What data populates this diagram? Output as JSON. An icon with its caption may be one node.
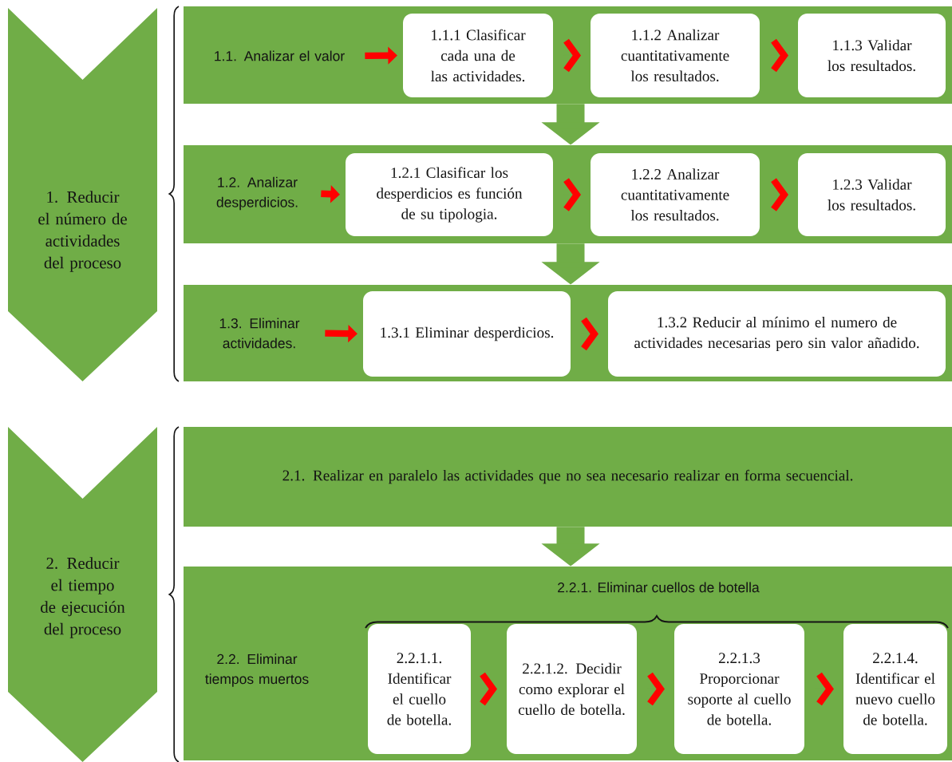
{
  "diagram": {
    "nodes": [
      {
        "text": [
          "1. Reducir el número de actividades del proceso"
        ]
      },
      {
        "text": [],
        "shape": "box"
      },
      {
        "text": [
          "1.1. Analizar el valor"
        ],
        "in": 1
      },
      {
        "text": [
          "1.1.1 Clasificar cada una de las actividades."
        ],
        "in": 1
      },
      {
        "text": [
          "1.1.2 Analizar cuantitativamente los resultados."
        ],
        "in": 1
      },
      {
        "text": [
          "1.1.3 Validar los resultados."
        ],
        "in": 1
      },
      {
        "text": [],
        "shape": "box"
      },
      {
        "text": [
          "1.2. Analizar desperdicios."
        ],
        "in": 6
      },
      {
        "text": [
          "1.2.1 Clasificar los desperdicios es función de su tipologia."
        ],
        "in": 6
      },
      {
        "text": [
          "1.2.2 Analizar cuantitativamente los resultados."
        ],
        "in": 6
      },
      {
        "text": [
          "1.2.3 Validar los resultados."
        ],
        "in": 6
      },
      {
        "text": [],
        "shape": "box"
      },
      {
        "text": [
          "1.3. Eliminar actividades."
        ],
        "in": 11
      },
      {
        "text": [
          "1.3.1 Eliminar desperdicios."
        ],
        "in": 11
      },
      {
        "text": [
          "1.3.2 Reducir al mínimo el numero de actividades necesarias pero sin valor añadido."
        ],
        "in": 11
      },
      {
        "text": [
          "2. Reducir el tiempo de ejecución del proceso"
        ]
      },
      {
        "text": [
          "2.1. Realizar en paralelo las actividades que no sea necesario realizar en forma secuencial."
        ]
      },
      {
        "text": [
          "2.2. Eliminar tiempos muertos"
        ]
      },
      {
        "text": [
          "2.2.1.1. Identificar el cuello de botella."
        ],
        "in": 17
      },
      {
        "text": [
          "2.2.1.2. Decidir como explorar el cuello de botella."
        ],
        "in": 17
      },
      {
        "text": [
          "2.2.1.3 Proporcionar soporte al cuello de botella."
        ],
        "in": 17
      },
      {
        "text": [
          "2.2.1.4. Identificar el nuevo cuello de botella."
        ],
        "in": 17
      }
    ],
    "edges": [
      {
        "from": 2,
        "to": 3,
        "arrow": "to"
      },
      {
        "from": 3,
        "to": 4,
        "arrow": "to"
      },
      {
        "from": 4,
        "to": 5,
        "arrow": "to"
      },
      {
        "from": 1,
        "to": 6,
        "arrow": "to",
        "style": "thick",
        "color": "#70ad47"
      },
      {
        "from": 7,
        "to": 8,
        "arrow": "to"
      },
      {
        "from": 8,
        "to": 9,
        "arrow": "to"
      },
      {
        "from": 9,
        "to": 10,
        "arrow": "to"
      },
      {
        "from": 6,
        "to": 11,
        "arrow": "to",
        "style": "thick",
        "color": "#70ad47"
      },
      {
        "from": 12,
        "to": 13,
        "arrow": "to"
      },
      {
        "from": 13,
        "to": 14,
        "arrow": "to"
      },
      {
        "from": 16,
        "to": 17,
        "arrow": "to",
        "style": "thick",
        "color": "#70ad47"
      },
      {
        "from": 18,
        "to": 19,
        "arrow": "to"
      },
      {
        "from": 19,
        "to": 20,
        "arrow": "to"
      },
      {
        "from": 20,
        "to": 21,
        "arrow": "to"
      }
    ],
    "labels": [
      "2.2.1. Eliminar cuellos de botella"
    ]
  }
}
